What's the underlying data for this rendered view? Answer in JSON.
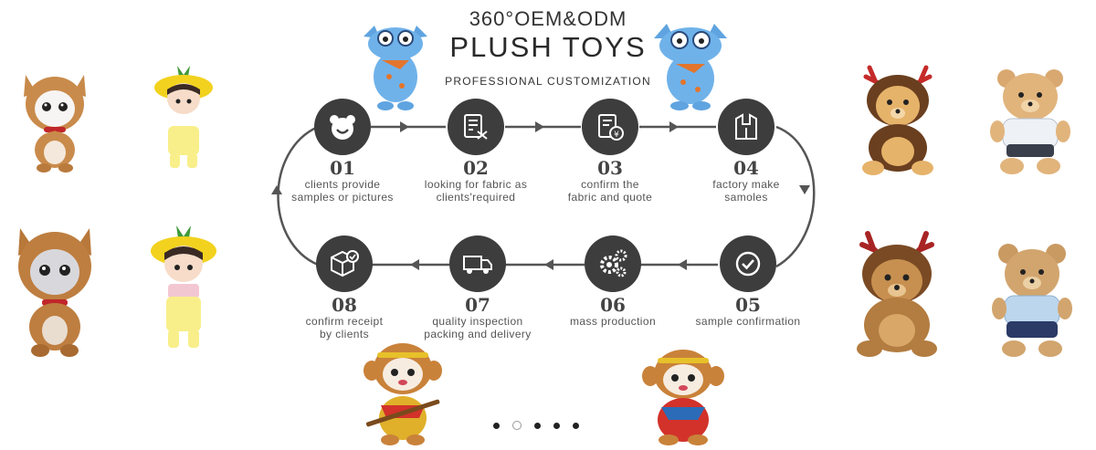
{
  "header": {
    "line1": "360°OEM&ODM",
    "line2": "PLUSH TOYS",
    "subtitle": "PROFESSIONAL CUSTOMIZATION"
  },
  "steps": [
    {
      "num": "01",
      "line1": "clients provide",
      "line2": "samples or pictures",
      "icon": "bear-face-icon"
    },
    {
      "num": "02",
      "line1": "looking for fabric as",
      "line2": "clients'required",
      "icon": "fabric-shuffle-icon"
    },
    {
      "num": "03",
      "line1": "confirm the",
      "line2": "fabric and quote",
      "icon": "quote-yen-icon"
    },
    {
      "num": "04",
      "line1": "factory make",
      "line2": "samoles",
      "icon": "sewing-pattern-icon"
    },
    {
      "num": "05",
      "line1": "sample confirmation",
      "line2": "",
      "icon": "check-circle-icon"
    },
    {
      "num": "06",
      "line1": "mass production",
      "line2": "",
      "icon": "gears-icon"
    },
    {
      "num": "07",
      "line1": "quality inspection",
      "line2": "packing and delivery",
      "icon": "delivery-truck-icon"
    },
    {
      "num": "08",
      "line1": "confirm receipt",
      "line2": "by clients",
      "icon": "box-check-icon"
    }
  ],
  "carousel": {
    "count": 5,
    "active_index": 1
  },
  "colors": {
    "circle": "#3d3d3d",
    "flow_line": "#555555",
    "text": "#555555"
  },
  "toys": [
    "shiba-plush-left-top",
    "pineapple-boy-doll-top",
    "shiba-plush-left-bottom",
    "pineapple-boy-doll-bottom",
    "blue-monster-plush-left",
    "blue-monster-plush-right",
    "reindeer-bear-top",
    "teddy-bear-shirt-top",
    "reindeer-bear-bottom",
    "teddy-bear-shirt-bottom",
    "monkey-king-plush-left",
    "monkey-king-plush-right"
  ]
}
